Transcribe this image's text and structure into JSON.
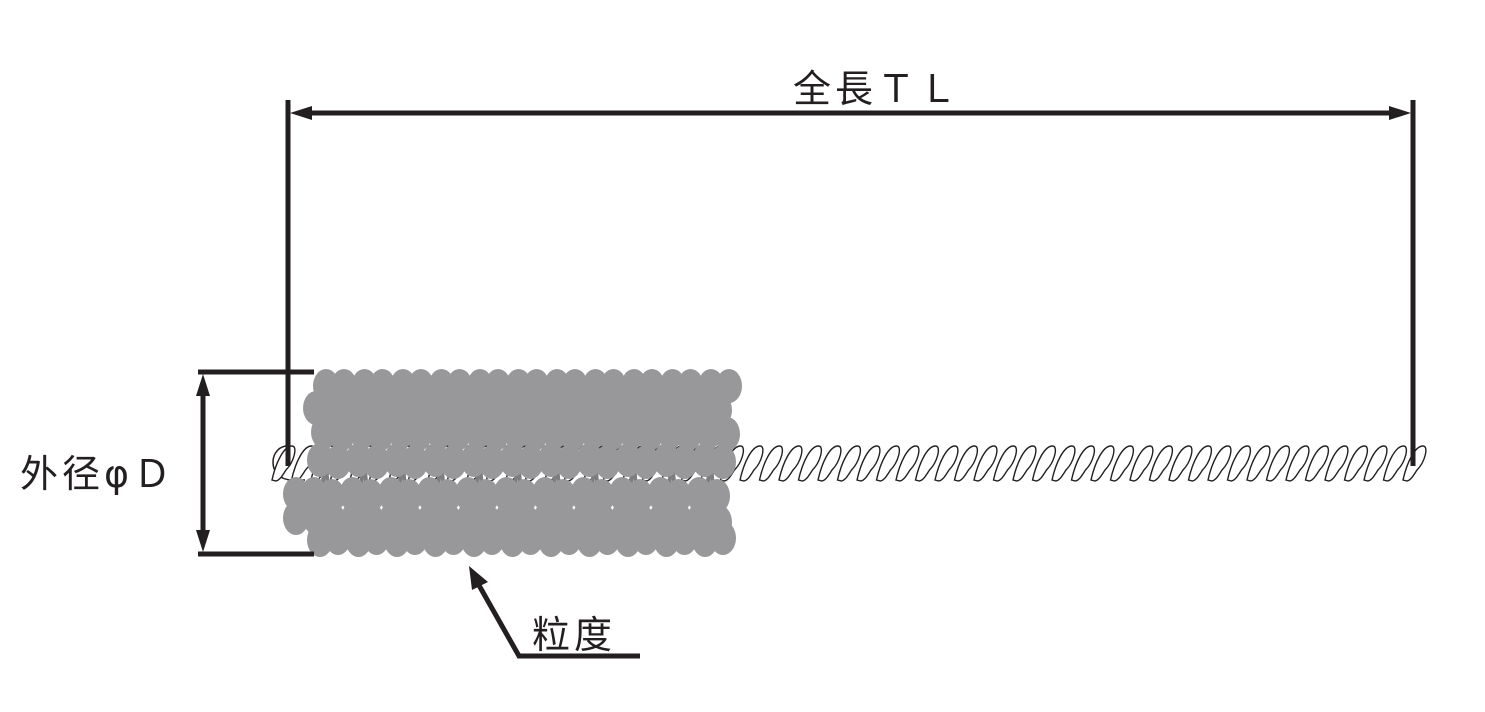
{
  "labels": {
    "total_length": "全長ＴＬ",
    "outer_diameter": "外径φＤ",
    "grit": "粒度"
  },
  "colors": {
    "line": "#231f20",
    "bristle": "#98989a",
    "bristle_stem": "#7d7d80",
    "wire_fill": "#ffffff"
  }
}
